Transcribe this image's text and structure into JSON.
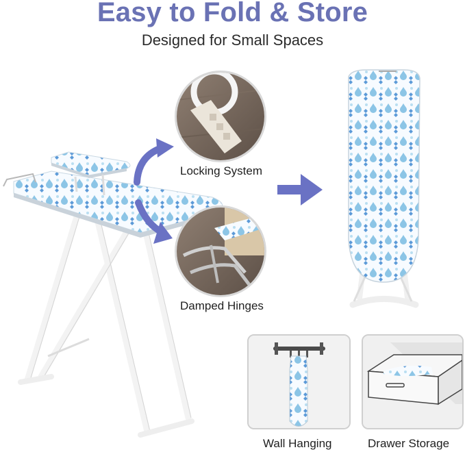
{
  "headline": "Easy to Fold & Store",
  "subheadline": "Designed for Small Spaces",
  "features": {
    "locking_system": "Locking System",
    "damped_hinges": "Damped Hinges"
  },
  "storage_options": {
    "wall_hanging": "Wall Hanging",
    "drawer_storage": "Drawer Storage"
  },
  "colors": {
    "headline": "#6a72b4",
    "arrow": "#6a72c4",
    "pattern_light": "#a9d4ea",
    "pattern_dark": "#4a8fd0"
  }
}
